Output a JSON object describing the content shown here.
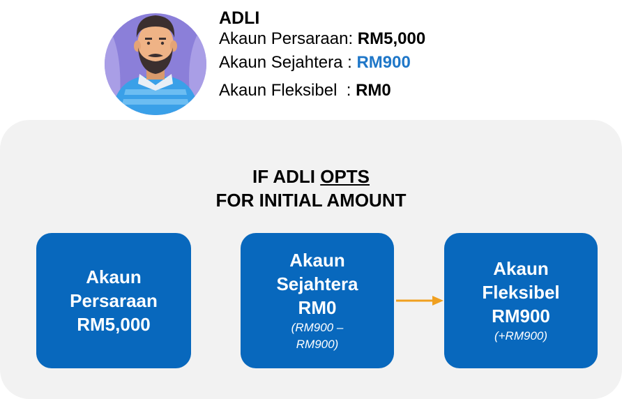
{
  "person": {
    "name": "ADLI",
    "accounts": [
      {
        "label": "Akaun Persaraan: ",
        "value": "RM5,000"
      },
      {
        "label": "Akaun Sejahtera : ",
        "value": "RM900"
      },
      {
        "label": "Akaun Fleksibel  : ",
        "value": "RM0"
      }
    ],
    "highlight_color": "#1f77c8",
    "avatar_icon": "bearded-man-avatar-icon"
  },
  "heading": {
    "line1_prefix": "IF ADLI ",
    "line1_underlined": "OPTS",
    "line2": "FOR INITIAL AMOUNT"
  },
  "boxes": [
    {
      "l1": "Akaun",
      "l2": "Persaraan",
      "value": "RM5,000"
    },
    {
      "l1": "Akaun",
      "l2": "Sejahtera",
      "value": "RM0",
      "note1": "(RM900 –",
      "note2": "RM900)"
    },
    {
      "l1": "Akaun",
      "l2": "Fleksibel",
      "value": "RM900",
      "note1": "(+RM900)"
    }
  ],
  "colors": {
    "box": "#0868bd",
    "arrow": "#f0a020",
    "panel": "#f2f2f2"
  }
}
